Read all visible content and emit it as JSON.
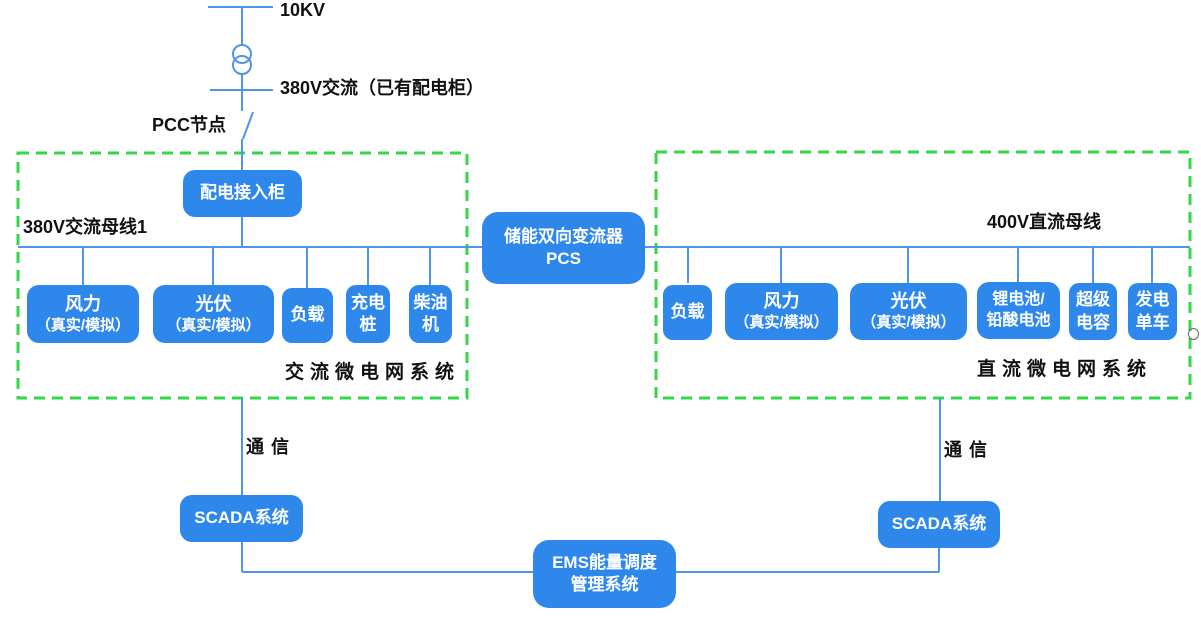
{
  "colors": {
    "node_blue": "#2e87ea",
    "line_blue": "#4f95e8",
    "boundary_green": "#36d648",
    "label_black": "#111111",
    "node_text": "#ffffff"
  },
  "grid": {
    "hv_label": "10KV",
    "lv_label": "380V交流（已有配电柜）",
    "pcc_label": "PCC节点",
    "transformer_icon": "two-circle-transformer",
    "breaker_icon": "disconnect-switch"
  },
  "ac": {
    "bus_label": "380V交流母线1",
    "cabinet_label": "配电接入柜",
    "title": "交流微电网系统",
    "components": [
      {
        "lines": [
          "风力",
          "（真实/模拟）"
        ]
      },
      {
        "lines": [
          "光伏",
          "（真实/模拟）"
        ]
      },
      {
        "lines": [
          "负载"
        ]
      },
      {
        "lines": [
          "充电",
          "桩"
        ]
      },
      {
        "lines": [
          "柴油",
          "机"
        ]
      }
    ]
  },
  "pcs": {
    "lines": [
      "储能双向变流器",
      "PCS"
    ]
  },
  "dc": {
    "bus_label": "400V直流母线",
    "title": "直流微电网系统",
    "components": [
      {
        "lines": [
          "负载"
        ]
      },
      {
        "lines": [
          "风力",
          "（真实/模拟）"
        ]
      },
      {
        "lines": [
          "光伏",
          "（真实/模拟）"
        ]
      },
      {
        "lines": [
          "锂电池/",
          "铅酸电池"
        ]
      },
      {
        "lines": [
          "超级",
          "电容"
        ]
      },
      {
        "lines": [
          "发电",
          "单车"
        ]
      }
    ]
  },
  "ctrl": {
    "comm_left": "通信",
    "comm_right": "通信",
    "scada_left": "SCADA系统",
    "scada_right": "SCADA系统",
    "ems_lines": [
      "EMS能量调度",
      "管理系统"
    ]
  }
}
